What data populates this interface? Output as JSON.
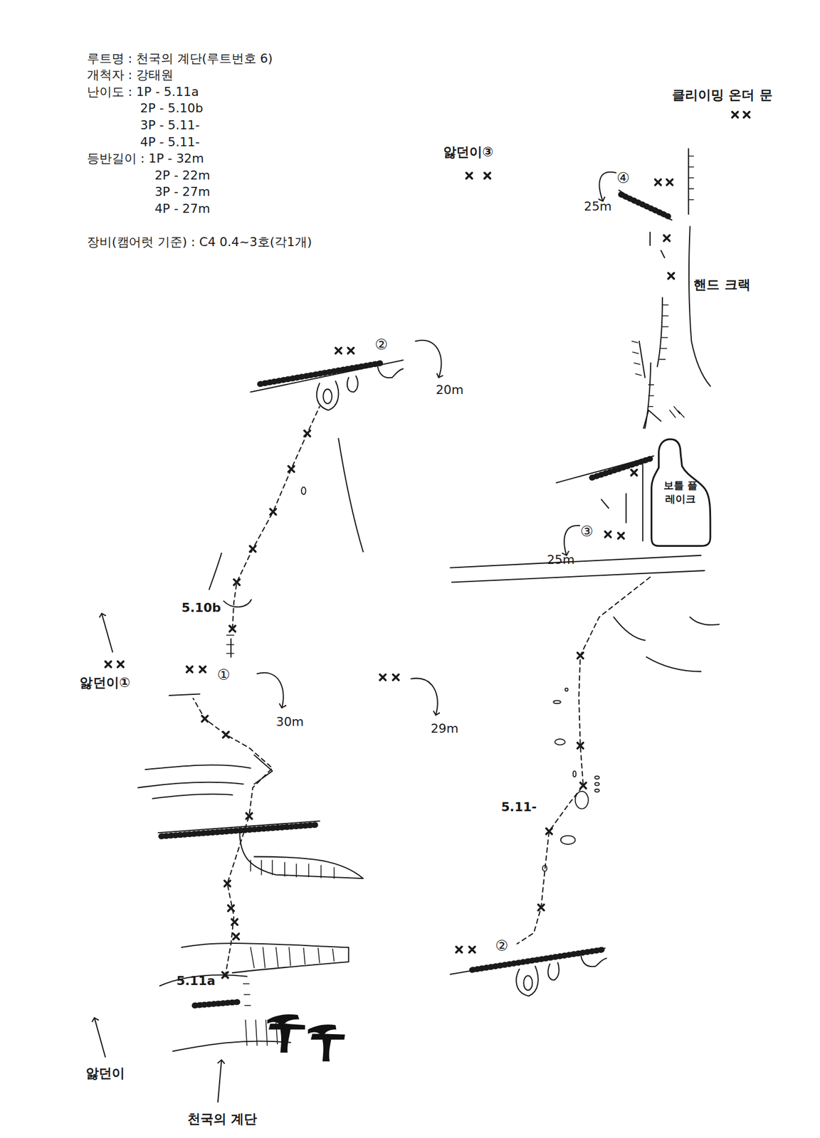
{
  "diagram": {
    "nodes": [
      {
        "text": [
          "보틀 플레이크"
        ]
      }
    ],
    "labels": [
      "루트명 : 천국의 계단(루트번호 6)",
      "개척자 : 강태원",
      "난이도 : 1P - 5.11a",
      "2P - 5.10b",
      "3P - 5.11-",
      "4P - 5.11-",
      "등반길이 : 1P - 32m",
      "2P - 22m",
      "3P - 27m",
      "4P - 27m",
      "장비(캠어럿 기준) : C4 0.4~3호(각1개)",
      "클리이밍 온더 문",
      "앓던이③",
      "④",
      "25m",
      "핸드 크랙",
      "②",
      "20m",
      "③",
      "25m",
      "5.10b",
      "앓던이①",
      "①",
      "30m",
      "29m",
      "5.11-",
      "5.11a",
      "②",
      "앓던이",
      "천국의 계단"
    ]
  }
}
